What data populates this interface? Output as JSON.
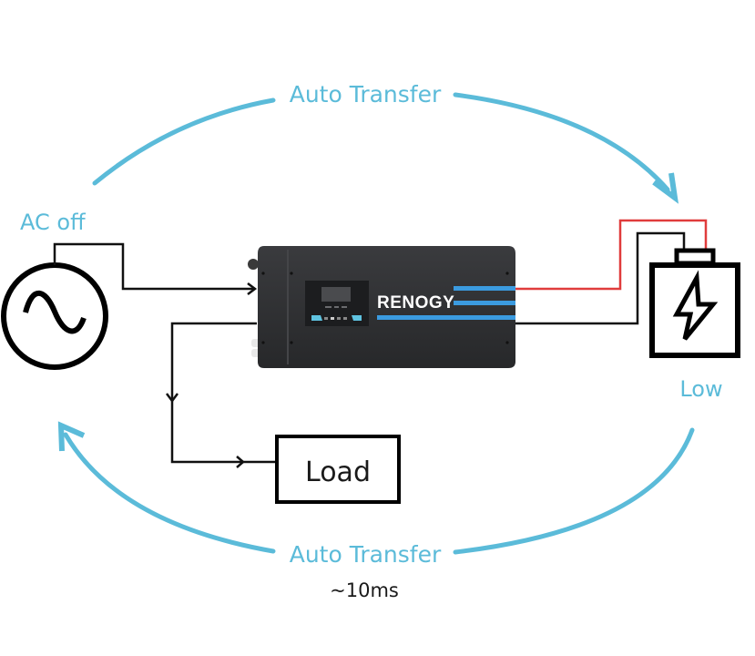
{
  "diagram": {
    "title": "Inverter charger auto transfer diagram",
    "labels": {
      "top_transfer": "Auto Transfer",
      "bottom_transfer": "Auto Transfer",
      "transfer_time": "~10ms",
      "ac_source": "AC off",
      "battery_status": "Low",
      "load": "Load",
      "brand": "RENOGY"
    },
    "nodes": [
      {
        "id": "ac-source",
        "label": "AC off",
        "icon": "ac-sine-wave-icon"
      },
      {
        "id": "inverter",
        "label": "RENOGY",
        "icon": "inverter-charger-device"
      },
      {
        "id": "battery",
        "label": "Low",
        "icon": "battery-lightning-icon"
      },
      {
        "id": "load",
        "label": "Load"
      }
    ],
    "edges": [
      {
        "from": "ac-source",
        "to": "inverter",
        "type": "wire",
        "arrow": true
      },
      {
        "from": "inverter",
        "to": "load",
        "type": "wire",
        "arrow": true
      },
      {
        "from": "inverter",
        "to": "battery",
        "type": "wire-positive",
        "color": "#e03c3c"
      },
      {
        "from": "inverter",
        "to": "battery",
        "type": "wire-negative",
        "color": "#111111"
      },
      {
        "from": "ac-source",
        "to": "battery",
        "type": "transfer-arc",
        "label": "Auto Transfer"
      },
      {
        "from": "battery",
        "to": "ac-source",
        "type": "transfer-arc",
        "label": "Auto Transfer",
        "note": "~10ms"
      }
    ],
    "colors": {
      "accent": "#5bbbd9",
      "positive_wire": "#e03c3c",
      "wire": "#111111",
      "device_body": "#2f3033",
      "device_stripe": "#3b9be0"
    }
  }
}
